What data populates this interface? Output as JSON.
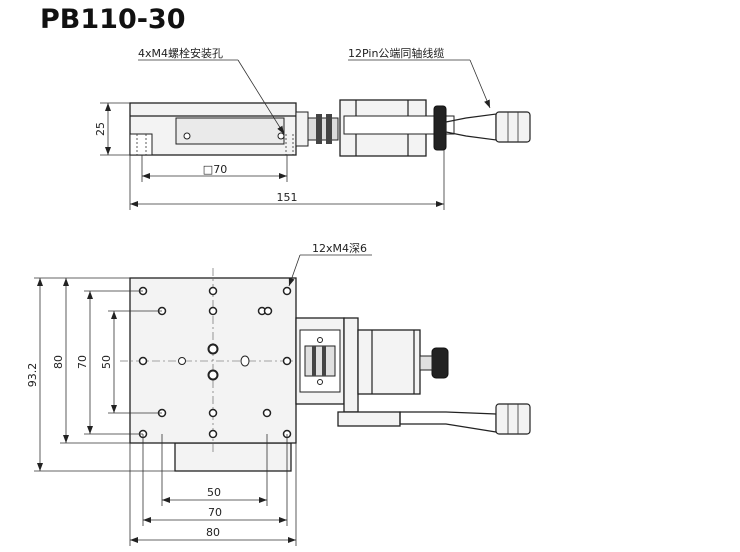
{
  "title": "PB110-30",
  "callouts": {
    "mount_holes": "4xM4螺栓安装孔",
    "cable": "12Pin公端同轴线缆",
    "tapped_holes": "12xM4深6"
  },
  "dimensions": {
    "height_25": "25",
    "square_70": "□70",
    "length_151": "151",
    "height_93_2": "93.2",
    "height_80": "80",
    "height_70": "70",
    "height_50": "50",
    "width_50": "50",
    "width_70": "70",
    "width_80": "80"
  }
}
